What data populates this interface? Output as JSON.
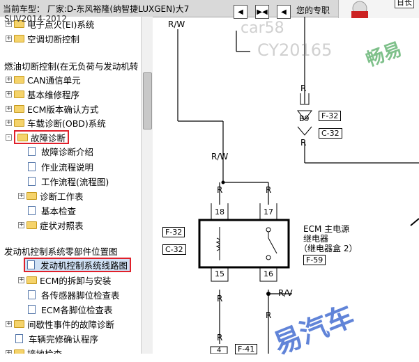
{
  "header": {
    "vehicle_label": "当前车型：  厂家:D-东风裕隆(纳智捷LUXGEN)大7",
    "sub_label": "SUV2014-2012",
    "profile_label": "您的专职",
    "mascot_label": "日长"
  },
  "nav": {
    "first_icon": "first-page-icon",
    "fit_icon": "fit-icon",
    "prev_icon": "prev-page-icon"
  },
  "tree": {
    "items": [
      {
        "label": "电子点火(EI)系统"
      },
      {
        "label": "空调切断控制"
      },
      {
        "label": "燃油切断控制(在无负荷与发动机转"
      },
      {
        "label": "CAN通信单元"
      },
      {
        "label": "基本维修程序"
      },
      {
        "label": "ECM版本确认方式"
      },
      {
        "label": "车载诊断(OBD)系统"
      },
      {
        "label": "故障诊断"
      },
      {
        "label": "故障诊断介绍"
      },
      {
        "label": "作业流程说明"
      },
      {
        "label": "工作流程(流程图)"
      },
      {
        "label": "诊断工作表"
      },
      {
        "label": "基本检查"
      },
      {
        "label": "症状对照表"
      },
      {
        "label": "发动机控制系统零部件位置图"
      },
      {
        "label": "发动机控制系统线路图"
      },
      {
        "label": "ECM的拆卸与安装"
      },
      {
        "label": "各传感器脚位检查表"
      },
      {
        "label": "ECM各脚位检查表"
      },
      {
        "label": "间歇性事件的故障诊断"
      },
      {
        "label": "车辆完修确认程序"
      },
      {
        "label": "接地检查"
      }
    ]
  },
  "diagram": {
    "wire_rw_top": "R/W",
    "wire_rw_mid": "R/W",
    "wire_r1": "R",
    "wire_r2": "R",
    "wire_r3": "R",
    "wire_r4": "R",
    "wire_r5": "R",
    "wire_r6": "R",
    "wire_r7": "R",
    "wire_rv": "R/V",
    "conn_b9": "B9",
    "tag_f32_a": "F-32",
    "tag_c32_a": "C-32",
    "tag_f32_b": "F-32",
    "tag_c32_b": "C-32",
    "tag_f59": "F-59",
    "tag_f41": "F-41",
    "pin_18": "18",
    "pin_17": "17",
    "pin_15": "15",
    "pin_16": "16",
    "pin_4": "4",
    "relay_line1": "ECM 主电源",
    "relay_line2": "继电器",
    "relay_line3": "（继电器盒 2）",
    "wm1": "car58",
    "wm2": "CY20165",
    "wm3": "畅易",
    "wm4": "易汽车"
  }
}
